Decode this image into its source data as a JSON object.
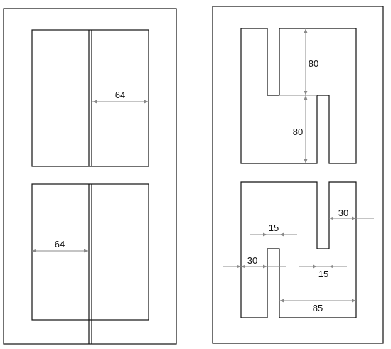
{
  "left_panel": {
    "upper_half": {
      "dimension_label": "64"
    },
    "lower_half": {
      "dimension_label": "64"
    }
  },
  "right_panel": {
    "upper_half": {
      "top_slot_dimension_label": "80",
      "bottom_slot_dimension_label": "80"
    },
    "lower_half": {
      "right_slot_width_label": "30",
      "left_slot_gap_label": "15",
      "left_slot_width_label": "30",
      "right_slot_gap_label": "15",
      "bottom_span_label": "85"
    }
  },
  "colors": {
    "line": "#111111",
    "dimension": "#8a8a8a",
    "background": "#ffffff"
  }
}
